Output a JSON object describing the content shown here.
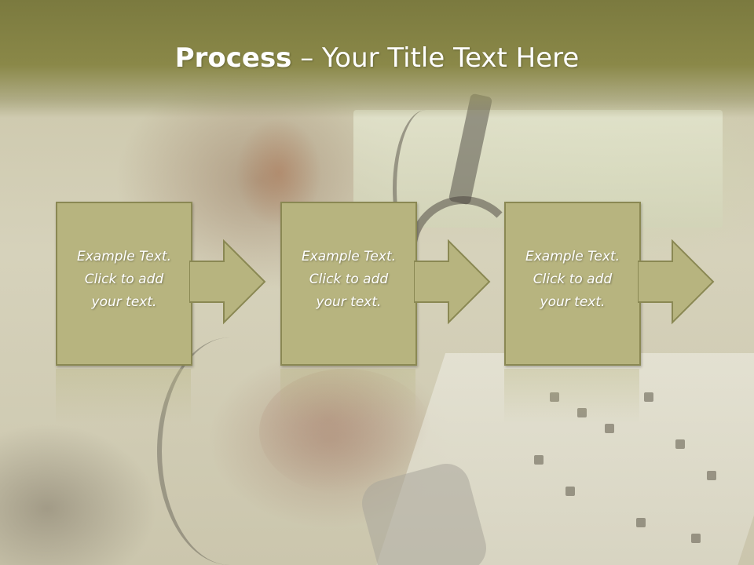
{
  "slide": {
    "title_bold": "Process",
    "title_rest": " – Your Title Text Here"
  },
  "steps": [
    {
      "text": "Example Text.\nClick  to add\nyour text."
    },
    {
      "text": "Example Text.\nClick  to add\nyour text."
    },
    {
      "text": "Example Text.\nClick  to add\nyour text."
    }
  ],
  "colors": {
    "title_band": "#7b7a3f",
    "box_fill": "#b7b47f",
    "box_border": "#8a8853",
    "text": "#ffffff"
  },
  "icons": [
    "right-arrow-icon"
  ]
}
